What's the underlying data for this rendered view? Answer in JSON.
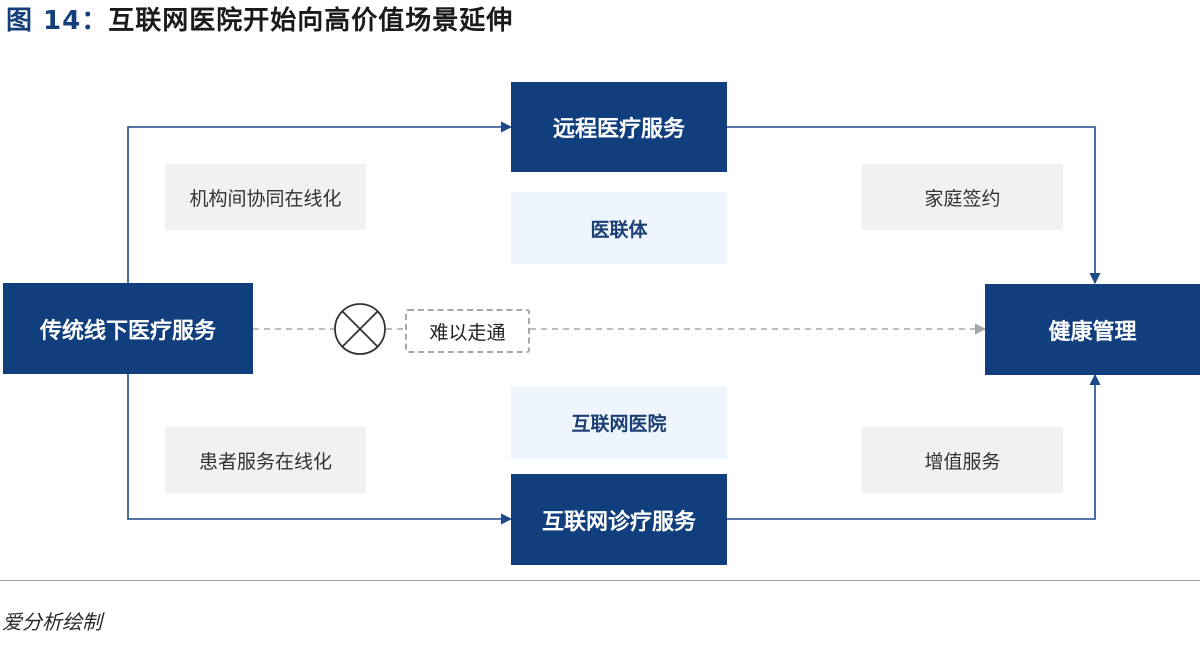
{
  "title": {
    "figure_label": "图 14：",
    "text": "互联网医院开始向高价值场景延伸"
  },
  "nodes": {
    "traditional_offline": "传统线下医疗服务",
    "remote_medical": "远程医疗服务",
    "internet_diagnosis": "互联网诊疗服务",
    "health_management": "健康管理",
    "medical_alliance": "医联体",
    "internet_hospital": "互联网医院",
    "institution_collab": "机构间协同在线化",
    "patient_service": "患者服务在线化",
    "family_contract": "家庭签约",
    "value_added": "增值服务",
    "blocked_label": "难以走通"
  },
  "colors": {
    "dark_box": "#113e7c",
    "light_box": "#eef5fc",
    "gray_box": "#f1f1f1",
    "arrow": "#1c4a8a",
    "dashed_arrow": "#a7a7a7"
  },
  "source": "爱分析绘制"
}
